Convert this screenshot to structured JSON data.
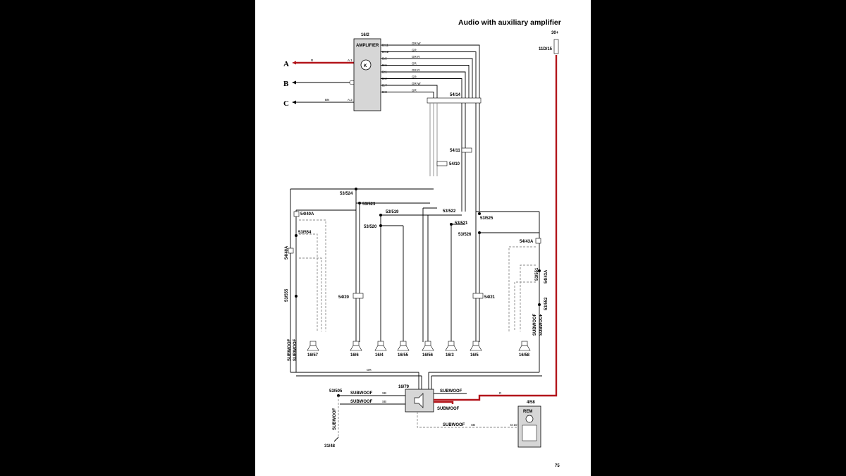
{
  "page": {
    "title": "Audio with auxiliary amplifier",
    "page_number": "75"
  },
  "amplifier": {
    "ref": "16/2",
    "label": "AMPLIFIER",
    "pins": [
      "B:11",
      "B:12",
      "B:5",
      "B:6",
      "B:1",
      "B:2",
      "B:7",
      "B:8"
    ],
    "pin_a1": "A:1",
    "pin_a2": "A:2"
  },
  "left_lines": [
    {
      "letter": "A",
      "wire": "R"
    },
    {
      "letter": "B",
      "wire": ""
    },
    {
      "letter": "C",
      "wire": "BN"
    }
  ],
  "amp_wire_colors": [
    "GR-W",
    "GR",
    "GR-R",
    "GR",
    "GR-R",
    "GR",
    "GR-W",
    "GR"
  ],
  "connectors": {
    "c5414": "54/14",
    "c5411": "54/11",
    "c5410": "54/10",
    "c5440a_left": "54/40A",
    "c5440a_left2": "54/40A",
    "c5443a": "54/43A",
    "c5443a_b": "54/43A",
    "c5420": "54/20",
    "c5421": "54/21",
    "c11d15": "11D/15",
    "c30": "30+"
  },
  "splices": {
    "s524": "53/524",
    "s523": "53/523",
    "s519": "53/519",
    "s520": "53/520",
    "s522": "53/522",
    "s521": "53/521",
    "s525": "53/525",
    "s526": "53/526",
    "s554": "53/554",
    "s555": "53/555",
    "s551": "53/551",
    "s552": "53/552",
    "s505": "53/505"
  },
  "speakers": [
    "16/57",
    "16/6",
    "16/4",
    "16/55",
    "16/56",
    "16/3",
    "16/5",
    "16/58"
  ],
  "subwoof": {
    "ref": "16/79",
    "label": "SUBWOOF",
    "ground": "31/48",
    "rem": {
      "ref": "4/58",
      "label": "REM"
    },
    "wire_sb": "SB",
    "wire_r": "R",
    "wire_gr": "GR",
    "pin_d10": "D:10"
  }
}
